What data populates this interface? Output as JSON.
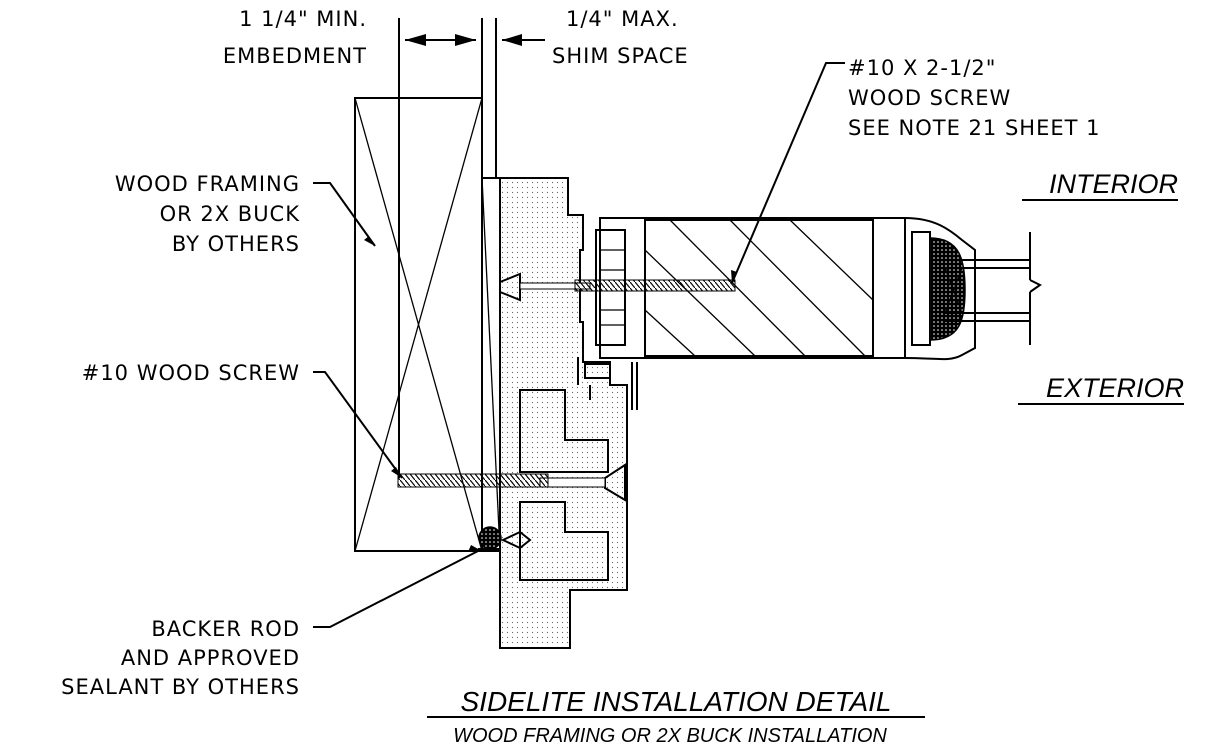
{
  "dimension_left": {
    "line1": "1 1/4\" MIN.",
    "line2": "EMBEDMENT"
  },
  "dimension_right": {
    "line1": "1/4\" MAX.",
    "line2": "SHIM SPACE"
  },
  "screw_top": {
    "line1": "#10 X 2-1/2\"",
    "line2": "WOOD SCREW",
    "line3": "SEE NOTE 21 SHEET 1"
  },
  "framing": {
    "line1": "WOOD FRAMING",
    "line2": "OR 2X BUCK",
    "line3": "BY OTHERS"
  },
  "screw_left": "#10 WOOD SCREW",
  "sealant": {
    "line1": "BACKER ROD",
    "line2": "AND APPROVED",
    "line3": "SEALANT BY OTHERS"
  },
  "side_interior": "INTERIOR",
  "side_exterior": "EXTERIOR",
  "title": "SIDELITE INSTALLATION DETAIL",
  "subtitle": "WOOD FRAMING OR 2X BUCK INSTALLATION"
}
